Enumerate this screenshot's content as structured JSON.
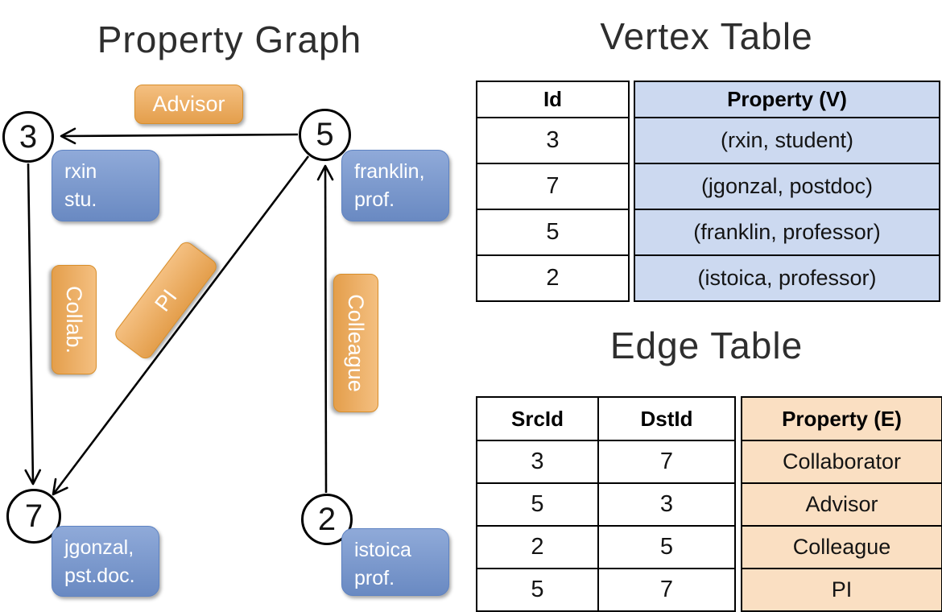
{
  "colors": {
    "edge_label_bg": "#F0A750",
    "edge_label_border": "#D98F2B",
    "vertex_label_bg": "#7092CE",
    "vertex_label_border": "#5E83C3",
    "vertex_prop_cell_bg": "#CCD9F0",
    "edge_prop_cell_bg": "#FADFC2",
    "title_color": "#2E2E2E"
  },
  "graph": {
    "title": "Property Graph",
    "nodes": [
      {
        "label": "3"
      },
      {
        "label": "5"
      },
      {
        "label": "7"
      },
      {
        "label": "2"
      }
    ],
    "vertex_labels": [
      {
        "text": "rxin\nstu."
      },
      {
        "text": "franklin,\nprof."
      },
      {
        "text": "jgonzal,\npst.doc."
      },
      {
        "text": "istoica\nprof."
      }
    ],
    "edge_labels": [
      {
        "text": "Advisor"
      },
      {
        "text": "Collab."
      },
      {
        "text": "PI"
      },
      {
        "text": "Colleague"
      }
    ]
  },
  "vertex_table": {
    "title": "Vertex Table",
    "columns": {
      "id": "Id",
      "property": "Property (V)"
    },
    "rows": [
      {
        "id": "3",
        "property": "(rxin, student)"
      },
      {
        "id": "7",
        "property": "(jgonzal, postdoc)"
      },
      {
        "id": "5",
        "property": "(franklin, professor)"
      },
      {
        "id": "2",
        "property": "(istoica, professor)"
      }
    ]
  },
  "edge_table": {
    "title": "Edge Table",
    "columns": {
      "src": "SrcId",
      "dst": "DstId",
      "property": "Property (E)"
    },
    "rows": [
      {
        "src": "3",
        "dst": "7",
        "property": "Collaborator"
      },
      {
        "src": "5",
        "dst": "3",
        "property": "Advisor"
      },
      {
        "src": "2",
        "dst": "5",
        "property": "Colleague"
      },
      {
        "src": "5",
        "dst": "7",
        "property": "PI"
      }
    ]
  }
}
